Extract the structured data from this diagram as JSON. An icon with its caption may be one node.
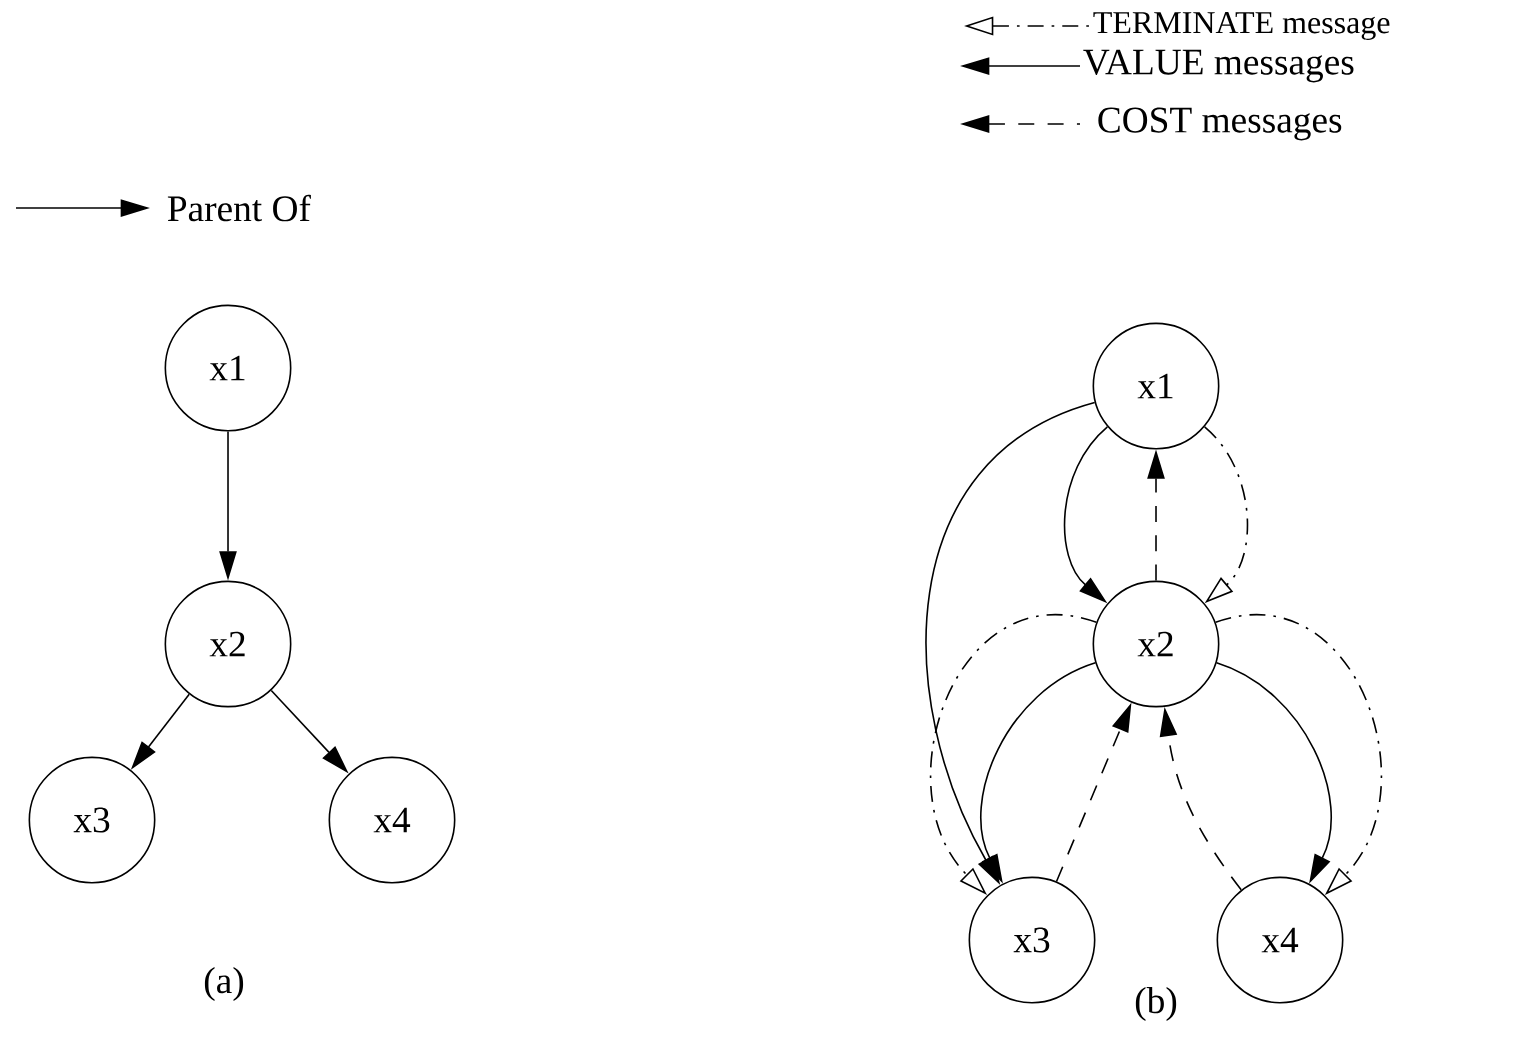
{
  "diagram": {
    "nodes": [
      {
        "text": [
          "x1"
        ]
      },
      {
        "text": [
          "x2"
        ]
      },
      {
        "text": [
          "x3"
        ]
      },
      {
        "text": [
          "x4"
        ]
      },
      {
        "text": [
          "x1"
        ]
      },
      {
        "text": [
          "x2"
        ]
      },
      {
        "text": [
          "x3"
        ]
      },
      {
        "text": [
          "x4"
        ]
      }
    ],
    "edges": [
      {
        "from": 0,
        "to": 1,
        "arrow": "to"
      },
      {
        "from": 1,
        "to": 2,
        "arrow": "to"
      },
      {
        "from": 1,
        "to": 3,
        "arrow": "to"
      },
      {
        "from": 4,
        "to": 5,
        "arrow": "to"
      },
      {
        "from": 4,
        "to": 6,
        "arrow": "to"
      },
      {
        "from": 5,
        "to": 6,
        "arrow": "to"
      },
      {
        "from": 5,
        "to": 7,
        "arrow": "to"
      },
      {
        "from": 5,
        "to": 4,
        "arrow": "to",
        "style": "dashed"
      },
      {
        "from": 6,
        "to": 5,
        "arrow": "to",
        "style": "dashed"
      },
      {
        "from": 7,
        "to": 5,
        "arrow": "to",
        "style": "dashed"
      },
      {
        "from": 4,
        "to": 5,
        "arrow": "to",
        "style": "dashed"
      },
      {
        "from": 5,
        "to": 6,
        "arrow": "to",
        "style": "dashed"
      },
      {
        "from": 5,
        "to": 7,
        "arrow": "to",
        "style": "dashed"
      }
    ],
    "labels": [
      "(a)",
      "(b)"
    ],
    "legend": [
      {
        "text": "TERMINATE message"
      },
      {
        "text": "VALUE messages"
      },
      {
        "text": "COST messages"
      },
      {
        "text": "Parent Of"
      }
    ]
  }
}
